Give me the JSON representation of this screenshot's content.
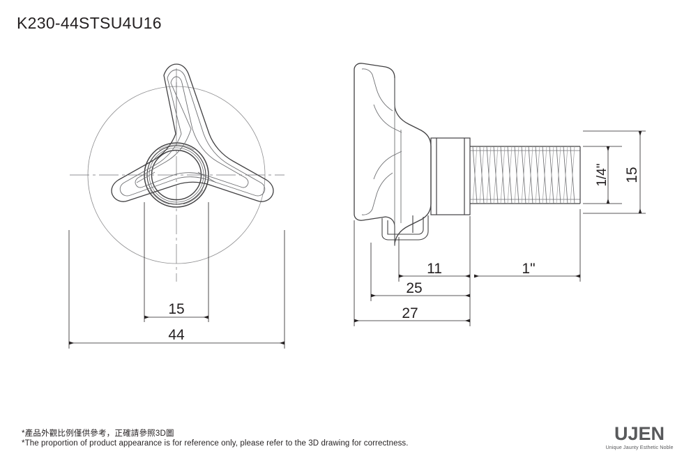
{
  "title": "K230-44STSU4U16",
  "footnotes": {
    "zh": "*產品外觀比例僅供參考，正確請參照3D圖",
    "en": "*The proportion of product appearance is for reference only, please refer to the 3D drawing for correctness."
  },
  "logo": {
    "wordmark": "UJEN",
    "tagline": "Unique Jaunty Esthetic Noble"
  },
  "drawing": {
    "type": "technical-drawing",
    "views": [
      {
        "name": "front-view",
        "description": "Three-lobed star knob, circular outline"
      },
      {
        "name": "side-view",
        "description": "Side section of knob with threaded stud"
      }
    ],
    "dimensions": {
      "front_inner": "15",
      "front_outer": "44",
      "side_11": "11",
      "side_25": "25",
      "side_27": "27",
      "thread_length": "1\"",
      "thread_size": "1/4\"",
      "thread_dia": "15"
    }
  },
  "colors": {
    "ink": "#231f20",
    "line": "#414042",
    "logo": "#58595b"
  }
}
